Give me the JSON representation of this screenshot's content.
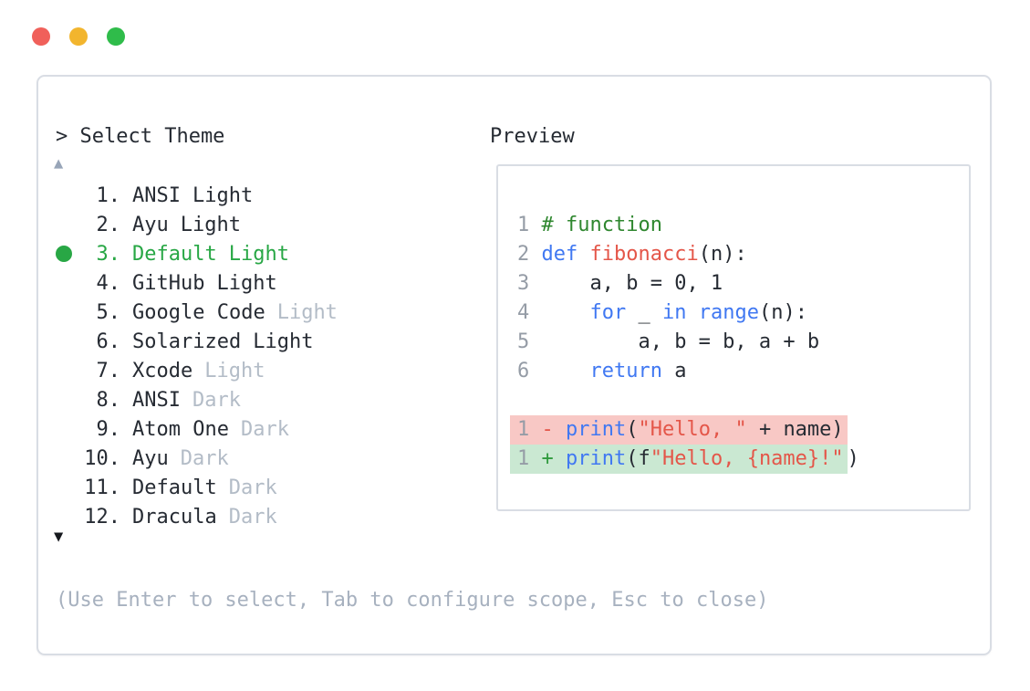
{
  "colors": {
    "dot_red": "#f0605a",
    "dot_yellow": "#f2b52e",
    "dot_green": "#2fbc4a",
    "ink": "#262b33",
    "dim": "#b3bcc7",
    "line_no": "#959ca6",
    "accent_green": "#28a745",
    "comment": "#2f872f",
    "keyword": "#4078f2",
    "string_red": "#e45649",
    "plus_green": "#2f9a3d",
    "removed_bg": "#f8c8c5",
    "added_bg": "#cae8d2",
    "border": "#d9dde4",
    "hint": "#a7b1bf",
    "scroll_up": "#98a5b8",
    "scroll_down": "#16191e"
  },
  "picker": {
    "prompt": "> Select Theme",
    "scroll_up_icon": "▲",
    "scroll_down_icon": "▼",
    "items": [
      {
        "number": "1.",
        "name": "ANSI",
        "variant": "Light",
        "variant_dim": false,
        "selected": false
      },
      {
        "number": "2.",
        "name": "Ayu",
        "variant": "Light",
        "variant_dim": false,
        "selected": false
      },
      {
        "number": "3.",
        "name": "Default",
        "variant": "Light",
        "variant_dim": false,
        "selected": true
      },
      {
        "number": "4.",
        "name": "GitHub",
        "variant": "Light",
        "variant_dim": false,
        "selected": false
      },
      {
        "number": "5.",
        "name": "Google Code",
        "variant": "Light",
        "variant_dim": true,
        "selected": false
      },
      {
        "number": "6.",
        "name": "Solarized",
        "variant": "Light",
        "variant_dim": false,
        "selected": false
      },
      {
        "number": "7.",
        "name": "Xcode",
        "variant": "Light",
        "variant_dim": true,
        "selected": false
      },
      {
        "number": "8.",
        "name": "ANSI",
        "variant": "Dark",
        "variant_dim": true,
        "selected": false
      },
      {
        "number": "9.",
        "name": "Atom One",
        "variant": "Dark",
        "variant_dim": true,
        "selected": false
      },
      {
        "number": "10.",
        "name": "Ayu",
        "variant": "Dark",
        "variant_dim": true,
        "selected": false
      },
      {
        "number": "11.",
        "name": "Default",
        "variant": "Dark",
        "variant_dim": true,
        "selected": false
      },
      {
        "number": "12.",
        "name": "Dracula",
        "variant": "Dark",
        "variant_dim": true,
        "selected": false
      }
    ],
    "hint": "(Use Enter to select, Tab to configure scope, Esc to close)"
  },
  "preview": {
    "heading": "Preview",
    "code_lines": [
      {
        "num": "1",
        "tokens": [
          {
            "t": "# function",
            "c": "comment"
          }
        ]
      },
      {
        "num": "2",
        "tokens": [
          {
            "t": "def",
            "c": "kw"
          },
          {
            "t": " ",
            "c": "plain"
          },
          {
            "t": "fibonacci",
            "c": "fn"
          },
          {
            "t": "(n):",
            "c": "plain"
          }
        ]
      },
      {
        "num": "3",
        "tokens": [
          {
            "t": "    a, b = 0, 1",
            "c": "plain"
          }
        ]
      },
      {
        "num": "4",
        "tokens": [
          {
            "t": "    ",
            "c": "plain"
          },
          {
            "t": "for",
            "c": "kw"
          },
          {
            "t": " _ ",
            "c": "plain"
          },
          {
            "t": "in",
            "c": "kw"
          },
          {
            "t": " ",
            "c": "plain"
          },
          {
            "t": "range",
            "c": "kw"
          },
          {
            "t": "(n):",
            "c": "plain"
          }
        ]
      },
      {
        "num": "5",
        "tokens": [
          {
            "t": "        a, b = b, a + b",
            "c": "plain"
          }
        ]
      },
      {
        "num": "6",
        "tokens": [
          {
            "t": "    ",
            "c": "plain"
          },
          {
            "t": "return",
            "c": "kw"
          },
          {
            "t": " a",
            "c": "plain"
          }
        ]
      }
    ],
    "diff_lines": [
      {
        "num": "1",
        "sign": "-",
        "kind": "removed",
        "tokens": [
          {
            "t": "print",
            "c": "kw"
          },
          {
            "t": "(",
            "c": "plain"
          },
          {
            "t": "\"Hello, \"",
            "c": "str"
          },
          {
            "t": " + name)",
            "c": "plain"
          }
        ],
        "after": ""
      },
      {
        "num": "1",
        "sign": "+",
        "kind": "added",
        "tokens": [
          {
            "t": "print",
            "c": "kw"
          },
          {
            "t": "(f",
            "c": "plain"
          },
          {
            "t": "\"Hello, {name}!\"",
            "c": "str"
          }
        ],
        "after": ")"
      }
    ]
  }
}
